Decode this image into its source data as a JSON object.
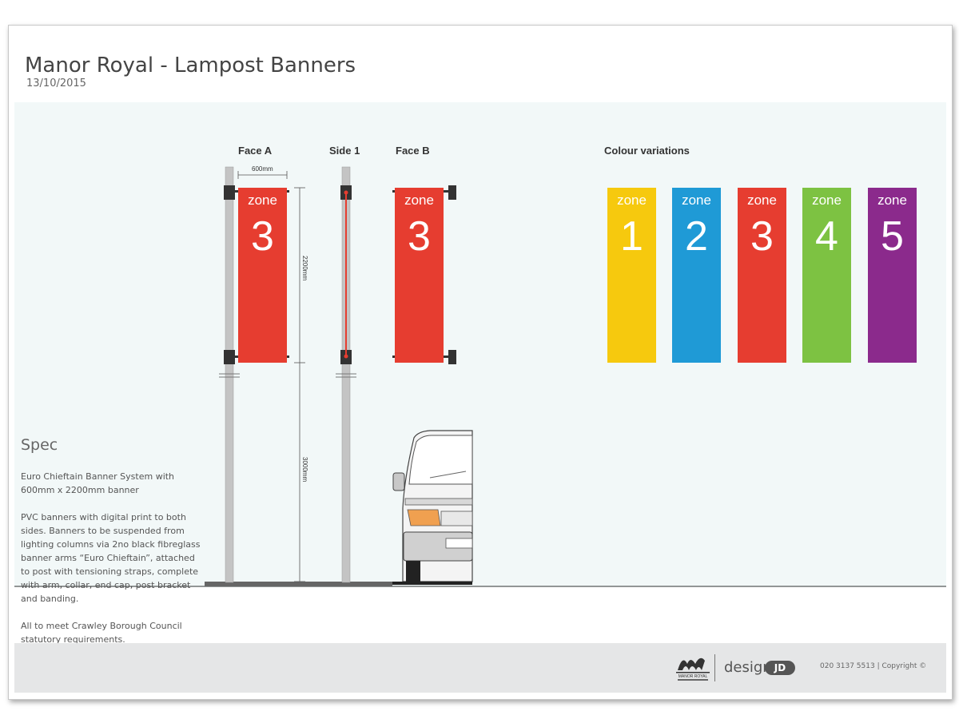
{
  "header": {
    "title": "Manor Royal - Lampost Banners",
    "date": "13/10/2015"
  },
  "views": {
    "face_a": "Face A",
    "side": "Side 1",
    "face_b": "Face B",
    "colour_variations": "Colour variations"
  },
  "dimensions": {
    "width": "600mm",
    "banner_height": "2200mm",
    "pole_height": "3000mm"
  },
  "banner": {
    "word": "zone",
    "number": "3",
    "color": "#e63d30"
  },
  "variations": [
    {
      "word": "zone",
      "number": "1",
      "color": "#f6c90e"
    },
    {
      "word": "zone",
      "number": "2",
      "color": "#1f9ad6"
    },
    {
      "word": "zone",
      "number": "3",
      "color": "#e63d30"
    },
    {
      "word": "zone",
      "number": "4",
      "color": "#7dc242"
    },
    {
      "word": "zone",
      "number": "5",
      "color": "#8b2a8c"
    }
  ],
  "spec": {
    "heading": "Spec",
    "p1": "Euro Chieftain Banner System with 600mm x 2200mm banner",
    "p2": "PVC banners with digital print to both sides. Banners to be suspended from lighting columns via 2no black fibreglass banner arms “Euro Chieftain”, attached to post with tensioning straps, complete with arm, collar, end cap, post bracket and banding.",
    "p3": "All to meet Crawley Borough Council statutory requirements."
  },
  "footer": {
    "logo_text": "MANOR ROYAL",
    "design_word": "design",
    "design_badge": "JD",
    "contact": "020 3137 5513  |  Copyright ©"
  },
  "colors": {
    "panel": "#f2f8f8",
    "pole": "#c4c4c4",
    "arm": "#333333",
    "footer": "#e5e6e7"
  }
}
